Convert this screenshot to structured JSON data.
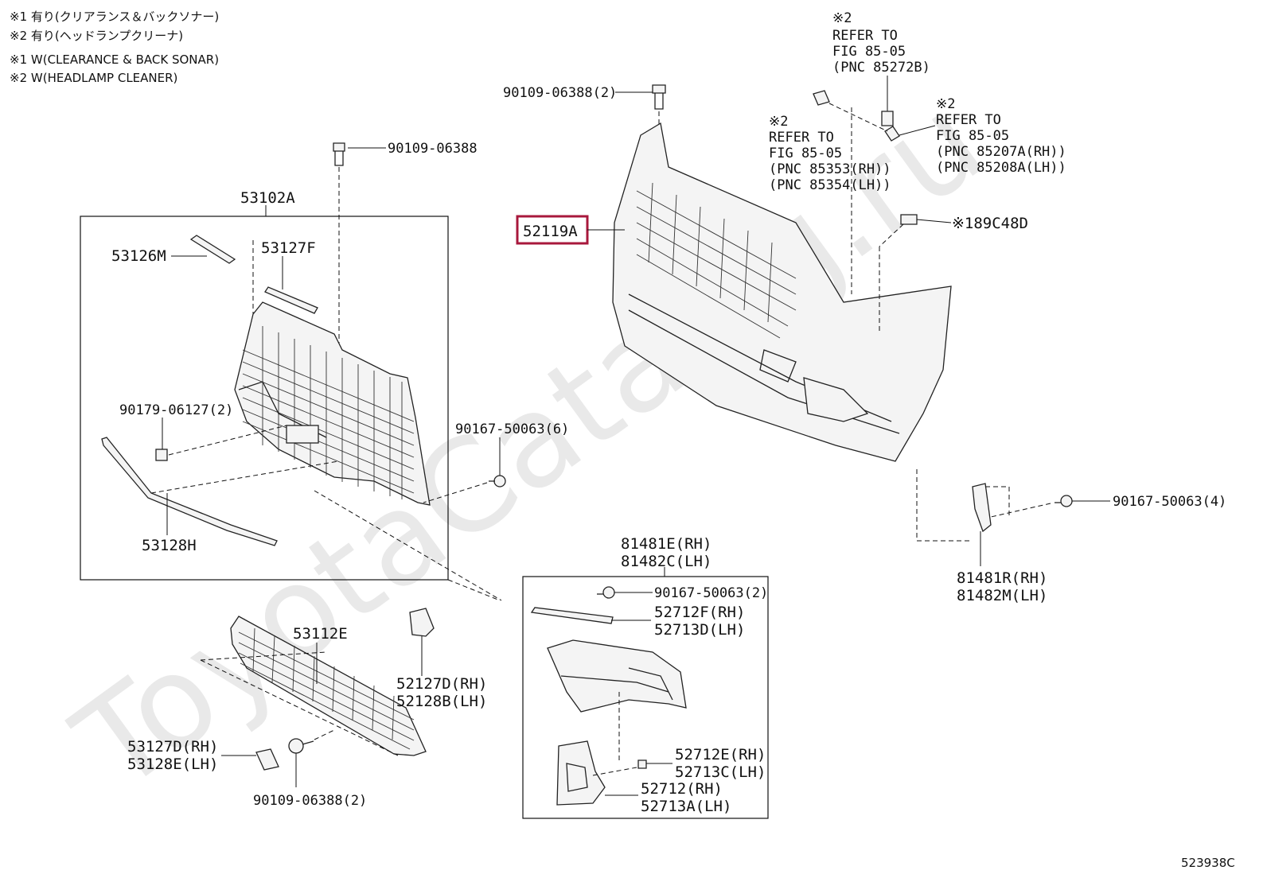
{
  "notes": [
    "※1 有り(クリアランス＆バックソナー)",
    "※2 有り(ヘッドランプクリーナ)",
    "※1 W(CLEARANCE & BACK SONAR)",
    "※2 W(HEADLAMP CLEANER)"
  ],
  "watermark": "ToyotaCatalog.ru",
  "figure_id": "523938C",
  "refs": {
    "r1": [
      "※2",
      "REFER TO",
      "FIG 85-05",
      "(PNC 85272B)"
    ],
    "r2": [
      "※2",
      "REFER TO",
      "FIG 85-05",
      "(PNC 85207A(RH))",
      "(PNC 85208A(LH))"
    ],
    "r3": [
      "※2",
      "REFER TO",
      "FIG 85-05",
      "(PNC 85353(RH))",
      "(PNC 85354(LH))"
    ]
  },
  "parts": {
    "p90109_top": "90109-06388(2)",
    "p90109_grille": "90109-06388",
    "p53102A": "53102A",
    "p52119A": "52119A",
    "p53126M": "53126M",
    "p53127F": "53127F",
    "p189C48D": "※189C48D",
    "p90179": "90179-06127(2)",
    "p90167_6": "90167-50063(6)",
    "p53128H": "53128H",
    "p90167_4": "90167-50063(4)",
    "p81481E": "81481E(RH)",
    "p81482C": "81482C(LH)",
    "p81481R": "81481R(RH)",
    "p81482M": "81482M(LH)",
    "p90167_2": "90167-50063(2)",
    "p52712F": "52712F(RH)",
    "p52713D": "52713D(LH)",
    "p53112E": "53112E",
    "p52127D": "52127D(RH)",
    "p52128B": "52128B(LH)",
    "p53127D": "53127D(RH)",
    "p53128E": "53128E(LH)",
    "p90109_bottom": "90109-06388(2)",
    "p52712E": "52712E(RH)",
    "p52713C": "52713C(LH)",
    "p52712": "52712(RH)",
    "p52713A": "52713A(LH)"
  }
}
